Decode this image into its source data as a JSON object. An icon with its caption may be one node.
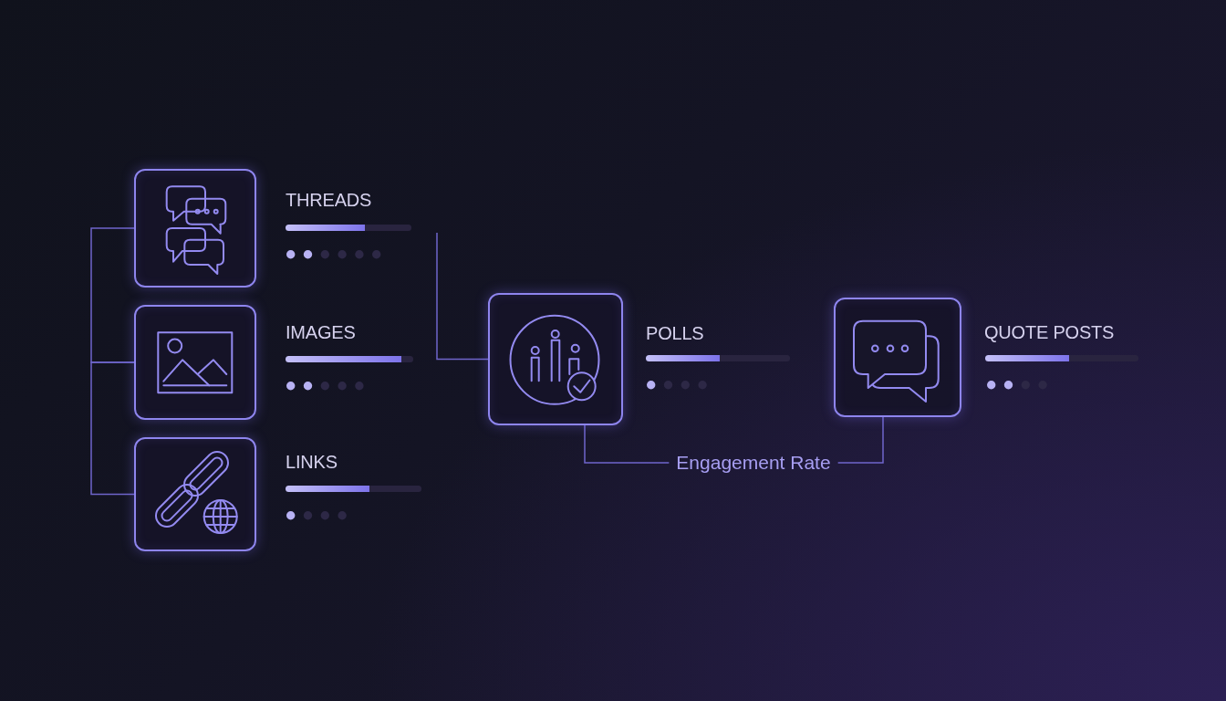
{
  "diagram": {
    "nodes": [
      {
        "text": [
          "THREADS"
        ]
      },
      {
        "text": [
          "IMAGES"
        ]
      },
      {
        "text": [
          "LINKS"
        ]
      },
      {
        "text": [
          "POLLS"
        ]
      },
      {
        "text": [
          "QUOTE POSTS"
        ]
      },
      {
        "text": [
          "Engagement Rate"
        ]
      }
    ],
    "edges": [
      {
        "from": 0,
        "to": 1,
        "arrow": "none"
      },
      {
        "from": 1,
        "to": 2,
        "arrow": "none"
      },
      {
        "from": null,
        "to": 3,
        "arrow": "none"
      },
      {
        "from": 3,
        "to": 5,
        "arrow": "none"
      },
      {
        "from": 4,
        "to": 5,
        "arrow": "none"
      }
    ]
  }
}
